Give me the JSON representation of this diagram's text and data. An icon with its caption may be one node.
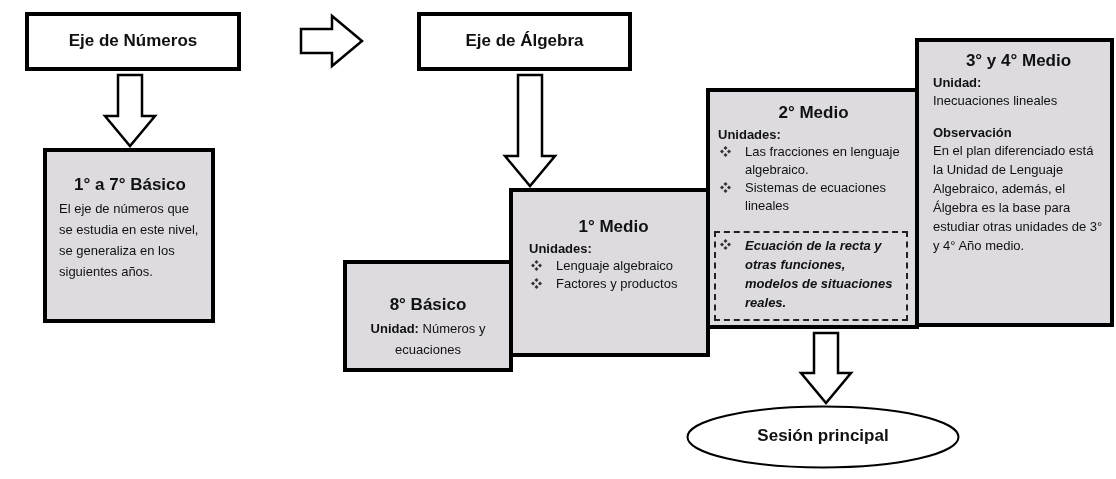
{
  "diagram": {
    "nodes": [
      {
        "text": [
          "Eje de Números"
        ]
      },
      {
        "text": [
          "Eje de Álgebra"
        ]
      },
      {
        "text": [
          "1° a 7° Básico",
          "El eje de números que se estudia en este nivel, se generaliza en los siguientes años."
        ]
      },
      {
        "text": [
          "8° Básico",
          "**Unidad:** Números y ecuaciones"
        ]
      },
      {
        "text": [
          "1° Medio",
          "Unidades:",
          "Lenguaje algebraico",
          "Factores y productos"
        ]
      },
      {
        "text": [
          "2° Medio",
          "Unidades:",
          "Las fracciones en lenguaje algebraico.",
          "Sistemas de ecuaciones lineales"
        ]
      },
      {
        "text": [
          "Ecuación de la recta y otras funciones, modelos de situaciones reales."
        ],
        "in": 5
      },
      {
        "text": [
          "3° y 4° Medio",
          "Unidad:",
          "Inecuaciones lineales",
          "Observación",
          "En el plan diferenciado está la Unidad de Lenguaje Algebraico, además, el Álgebra es la base para estudiar otras unidades de 3° y 4° Año medio."
        ]
      },
      {
        "text": [
          "Sesión principal"
        ]
      }
    ],
    "edges": [
      {
        "from": 0,
        "to": 1,
        "arrow": "to"
      },
      {
        "from": 0,
        "to": 2,
        "arrow": "to"
      },
      {
        "from": 1,
        "to": 4,
        "arrow": "to"
      },
      {
        "from": 5,
        "to": 8,
        "arrow": "to"
      }
    ]
  }
}
